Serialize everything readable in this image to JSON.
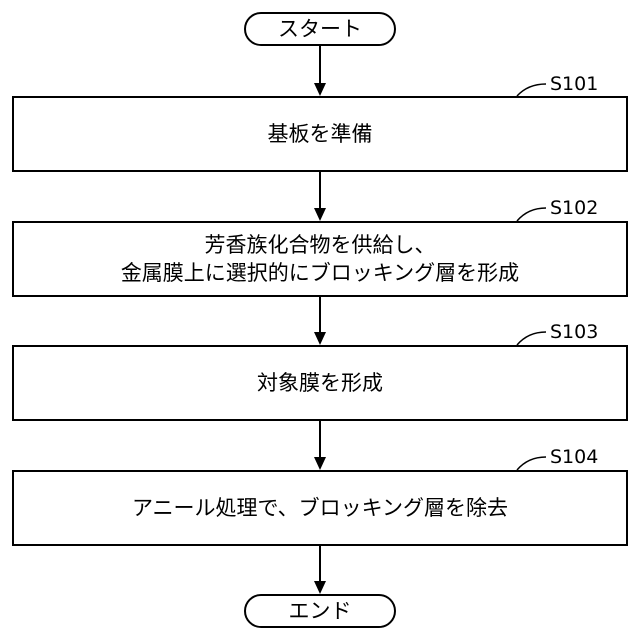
{
  "start": {
    "label": "スタート"
  },
  "steps": [
    {
      "id": "S101",
      "lines": [
        "基板を準備"
      ]
    },
    {
      "id": "S102",
      "lines": [
        "芳香族化合物を供給し、",
        "金属膜上に選択的にブロッキング層を形成"
      ]
    },
    {
      "id": "S103",
      "lines": [
        "対象膜を形成"
      ]
    },
    {
      "id": "S104",
      "lines": [
        "アニール処理で、ブロッキング層を除去"
      ]
    }
  ],
  "end": {
    "label": "エンド"
  }
}
